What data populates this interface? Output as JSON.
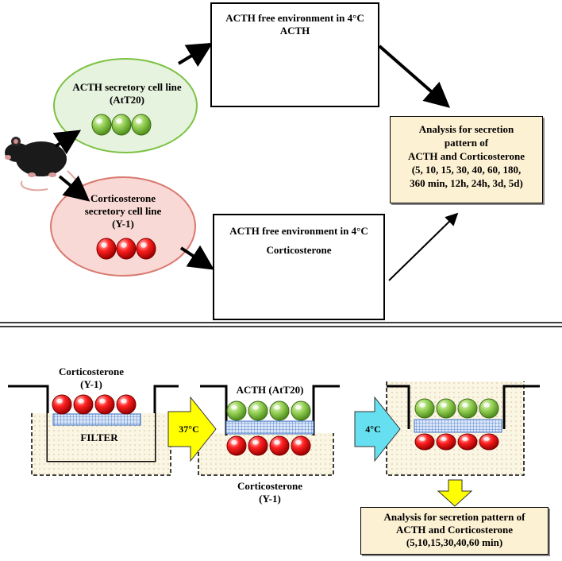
{
  "top": {
    "green_oval": {
      "line1": "ACTH secretory cell line",
      "line2": "(AtT20)"
    },
    "red_oval": {
      "line1": "Corticosterone",
      "line2": "secretory cell line",
      "line3": "(Y-1)"
    },
    "box1": {
      "title": "ACTH free environment in 4°C",
      "label": "ACTH"
    },
    "box2": {
      "title": "ACTH free environment in 4°C",
      "label": "Corticosterone"
    },
    "analysis": {
      "line1": "Analysis for secretion",
      "line2": "pattern of",
      "line3": "ACTH and Corticosterone",
      "line4": "(5, 10, 15, 30, 40, 60, 180,",
      "line5": "360 min, 12h, 24h, 3d, 5d)"
    }
  },
  "bottom": {
    "well1": {
      "title": "Corticosterone",
      "subtitle": "(Y-1)",
      "filter": "FILTER"
    },
    "arrow1": "37°C",
    "well2": {
      "top_label": "ACTH (AtT20)",
      "bottom_line1": "Corticosterone",
      "bottom_line2": "(Y-1)"
    },
    "arrow2": "4°C",
    "analysis": {
      "line1": "Analysis for secretion pattern of",
      "line2": "ACTH and Corticosterone",
      "line3": "(5,10,15,30,40,60 min)"
    }
  },
  "colors": {
    "green_cell": "#7cc242",
    "red_cell": "#e00000",
    "green_oval_fill": "#e6f3df",
    "green_oval_border": "#7cc242",
    "red_oval_fill": "#f9d9d5",
    "red_oval_border": "#d97a70",
    "analysis_fill": "#fdf1d3",
    "yellow_arrow": "#ffff00",
    "cyan_arrow": "#66e0f0",
    "filter": "#4a78c8"
  }
}
